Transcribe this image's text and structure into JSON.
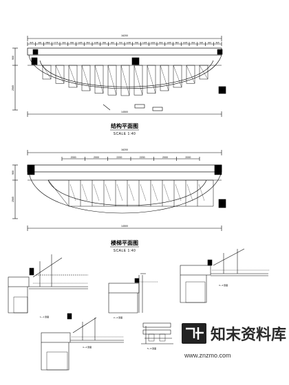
{
  "plan1": {
    "title": "结构平面图",
    "scale": "SCALE 1:40",
    "top_total": "16200",
    "bottom_total": "14500",
    "left_dims": [
      "900",
      "2565"
    ],
    "top_dims": [
      "825",
      "400",
      "3800",
      "1775",
      "300",
      "800",
      "1205",
      "800",
      "1205",
      "800",
      "300",
      "700",
      "1205",
      "800",
      "1205",
      "1200",
      "800",
      "1205",
      "800",
      "1205",
      "800",
      "525",
      "400",
      "825"
    ]
  },
  "plan2": {
    "title": "楼梯平面图",
    "scale": "SCALE 1:40",
    "top_total": "16200",
    "bottom_total": "14500",
    "left_dims": [
      "900",
      "2565"
    ],
    "top_dims": [
      "2000",
      "2000",
      "2200",
      "2200",
      "2000",
      "2000"
    ]
  },
  "details": {
    "captions": [
      "1—1 剖面",
      "2—2 剖面",
      "3—3 剖面",
      "4—4 剖面",
      "5—5 剖面"
    ]
  },
  "watermark": {
    "brand": "知末资料库",
    "url": "www.znzmo.com"
  }
}
